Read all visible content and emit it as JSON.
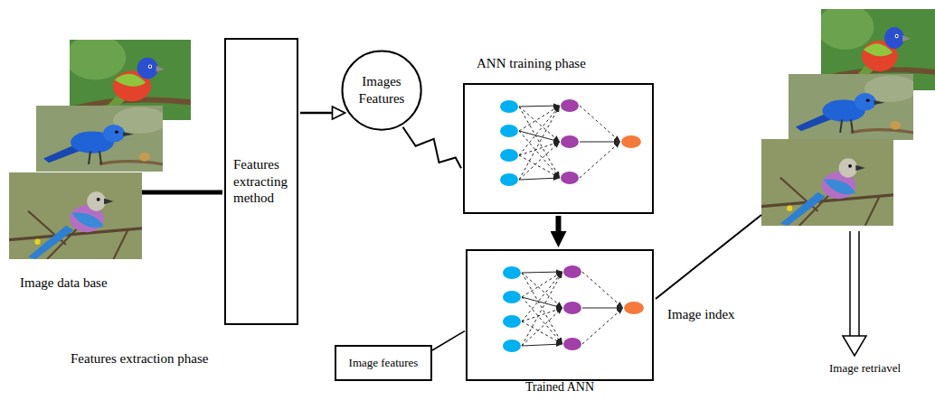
{
  "diagram": {
    "nodes": [
      {
        "text": [
          "Features extracting method"
        ]
      },
      {
        "text": [
          "Images Features"
        ]
      },
      {
        "text": [
          "ANN training phase"
        ]
      },
      {
        "text": [
          "Trained ANN"
        ]
      },
      {
        "text": [
          "Image features"
        ]
      }
    ],
    "edges": [
      {
        "from": 0,
        "to": 1,
        "arrow": "to"
      },
      {
        "from": 1,
        "to": 2,
        "arrow": "none"
      },
      {
        "from": 2,
        "to": 3,
        "arrow": "to"
      },
      {
        "from": 4,
        "to": 3,
        "arrow": "none"
      }
    ],
    "labels": [
      "Image data base",
      "Features extraction phase",
      "Image index",
      "Image retriavel"
    ]
  }
}
